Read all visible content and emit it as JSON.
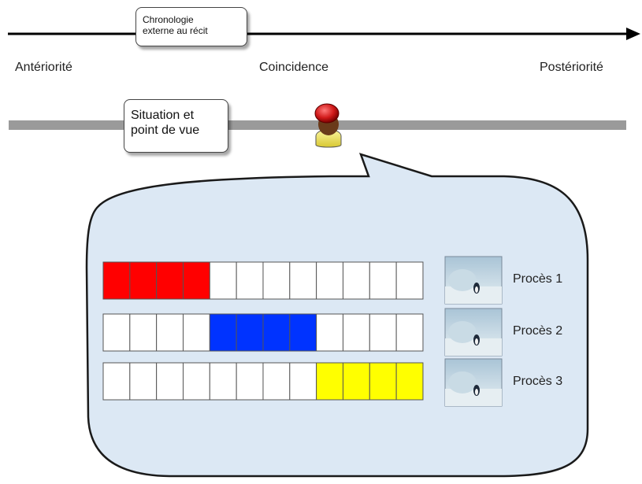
{
  "timeline": {
    "chronology_label_line1": "Chronologie",
    "chronology_label_line2": "externe au récit",
    "left_label": "Antériorité",
    "center_label": "Coincidence",
    "right_label": "Postériorité"
  },
  "viewpoint": {
    "label_line1": "Situation et",
    "label_line2": "point de vue",
    "figure_icon": "person-icon"
  },
  "processes": [
    {
      "label": "Procès 1",
      "color": "#ff0000",
      "filled_cells": [
        0,
        1,
        2,
        3
      ],
      "thumbnail": "penguin-snow-scene-1"
    },
    {
      "label": "Procès 2",
      "color": "#0033ff",
      "filled_cells": [
        4,
        5,
        6,
        7
      ],
      "thumbnail": "penguin-snow-scene-2"
    },
    {
      "label": "Procès 3",
      "color": "#ffff00",
      "filled_cells": [
        8,
        9,
        10,
        11
      ],
      "thumbnail": "penguin-snow-scene-3"
    }
  ],
  "grid": {
    "cells_per_row": 12
  },
  "colors": {
    "bubble_fill": "#dce8f4",
    "axis_grey": "#9a9a9a",
    "arrow_black": "#000000"
  }
}
